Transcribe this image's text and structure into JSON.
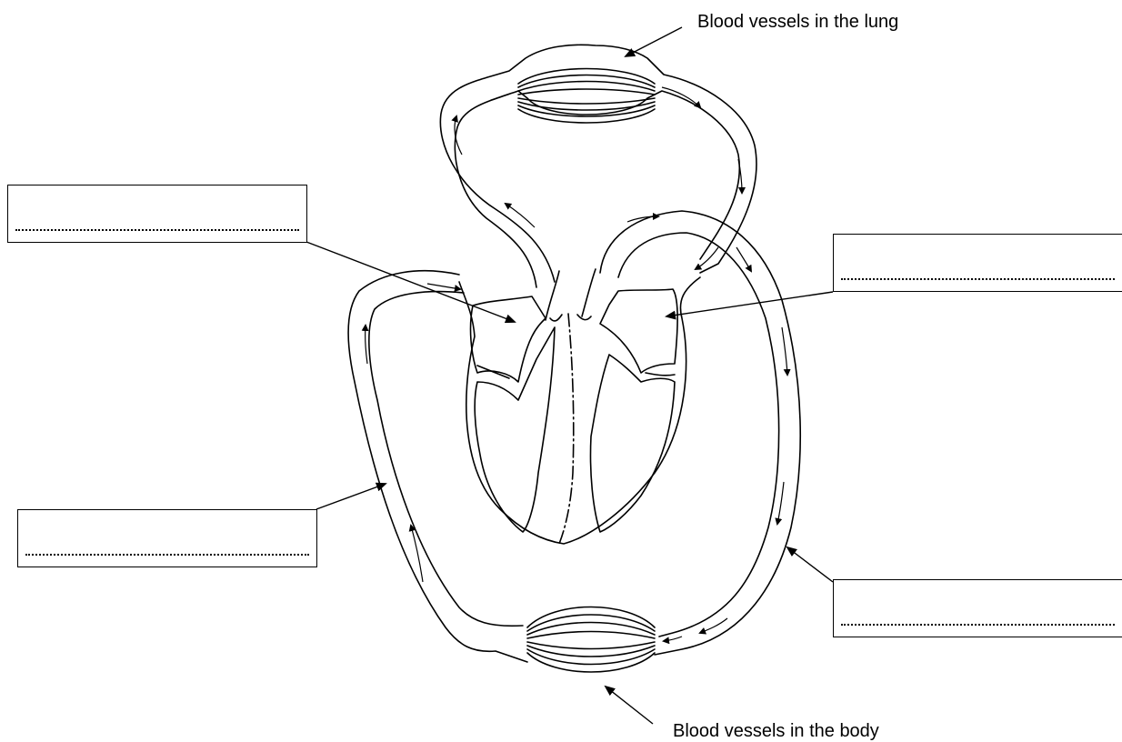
{
  "labels": {
    "lung_vessels": "Blood vessels in the lung",
    "body_vessels": "Blood vessels in the body"
  },
  "answer_boxes": [
    {
      "id": "box-1",
      "value": ""
    },
    {
      "id": "box-2",
      "value": ""
    },
    {
      "id": "box-3",
      "value": ""
    },
    {
      "id": "box-4",
      "value": ""
    }
  ]
}
